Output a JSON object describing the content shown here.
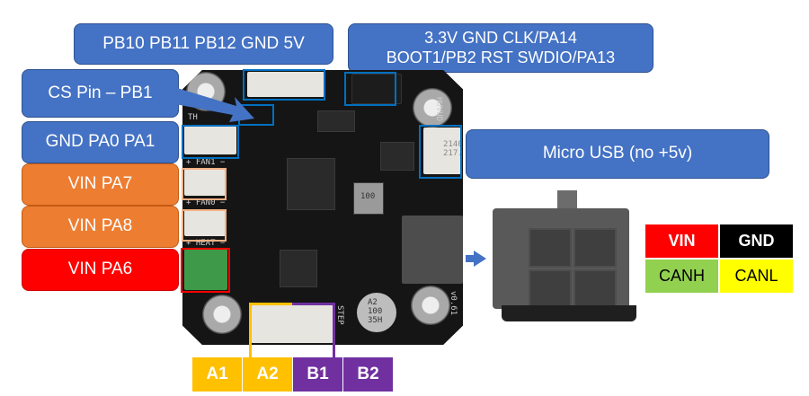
{
  "labels": {
    "top_left": "PB10 PB11 PB12 GND 5V",
    "top_right_line1": "3.3V GND CLK/PA14",
    "top_right_line2": "BOOT1/PB2 RST SWDIO/PA13",
    "cs_pin": "CS Pin – PB1",
    "thermistor": "GND PA0 PA1",
    "fan1": "VIN PA7",
    "fan0": "VIN PA8",
    "heater": "VIN PA6",
    "usb": "Micro USB (no +5v)"
  },
  "board": {
    "silkscreen": {
      "th": "TH",
      "fan1": "+ FAN1 −",
      "fan0": "+ FAN0 −",
      "heat": "+ HEAT −",
      "brand": "HUVUD",
      "version": "v0.61",
      "step": "STEP",
      "inductor": "100",
      "capacitor_line1": "A2",
      "capacitor_line2": "100",
      "capacitor_line3": "35H",
      "usb_code1": "2140",
      "usb_code2": "217."
    }
  },
  "can_pinout": {
    "cells": [
      {
        "label": "VIN",
        "bg": "#ff0000",
        "fg": "#ffffff"
      },
      {
        "label": "GND",
        "bg": "#000000",
        "fg": "#ffffff"
      },
      {
        "label": "CANH",
        "bg": "#92d050",
        "fg": "#000000"
      },
      {
        "label": "CANL",
        "bg": "#ffff00",
        "fg": "#000000"
      }
    ]
  },
  "stepper_pins": [
    {
      "label": "A1",
      "bg": "#ffc000"
    },
    {
      "label": "A2",
      "bg": "#ffc000"
    },
    {
      "label": "B1",
      "bg": "#7030a0"
    },
    {
      "label": "B2",
      "bg": "#7030a0"
    }
  ],
  "colors": {
    "label_blue": "#4472c4",
    "label_orange": "#ed7d31",
    "label_red": "#ff0000",
    "highlight_blue": "#0070c0",
    "highlight_orange": "#f4b183",
    "highlight_red": "#ff0000",
    "coil_a": "#ffc000",
    "coil_b": "#7030a0"
  }
}
